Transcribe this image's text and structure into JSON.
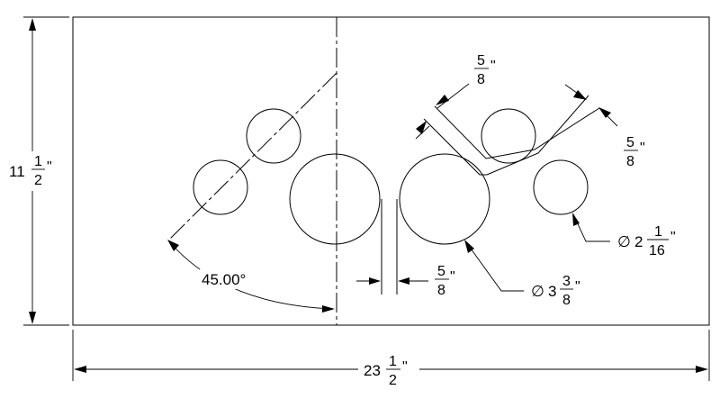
{
  "drawing": {
    "height_dim": {
      "whole": "11",
      "num": "1",
      "den": "2",
      "unit": "\""
    },
    "width_dim": {
      "whole": "23",
      "num": "1",
      "den": "2",
      "unit": "\""
    },
    "angle_dim": {
      "label": "45.00°"
    },
    "gap_dim_bottom": {
      "num": "5",
      "den": "8",
      "unit": "\""
    },
    "gap_dim_top_left": {
      "num": "5",
      "den": "8",
      "unit": "\""
    },
    "gap_dim_right": {
      "num": "5",
      "den": "8",
      "unit": "\""
    },
    "large_hole_dia": {
      "symbol": "∅",
      "whole": "3",
      "num": "3",
      "den": "8",
      "unit": "\""
    },
    "small_hole_dia": {
      "symbol": "∅",
      "whole": "2",
      "num": "1",
      "den": "16",
      "unit": "\""
    }
  }
}
